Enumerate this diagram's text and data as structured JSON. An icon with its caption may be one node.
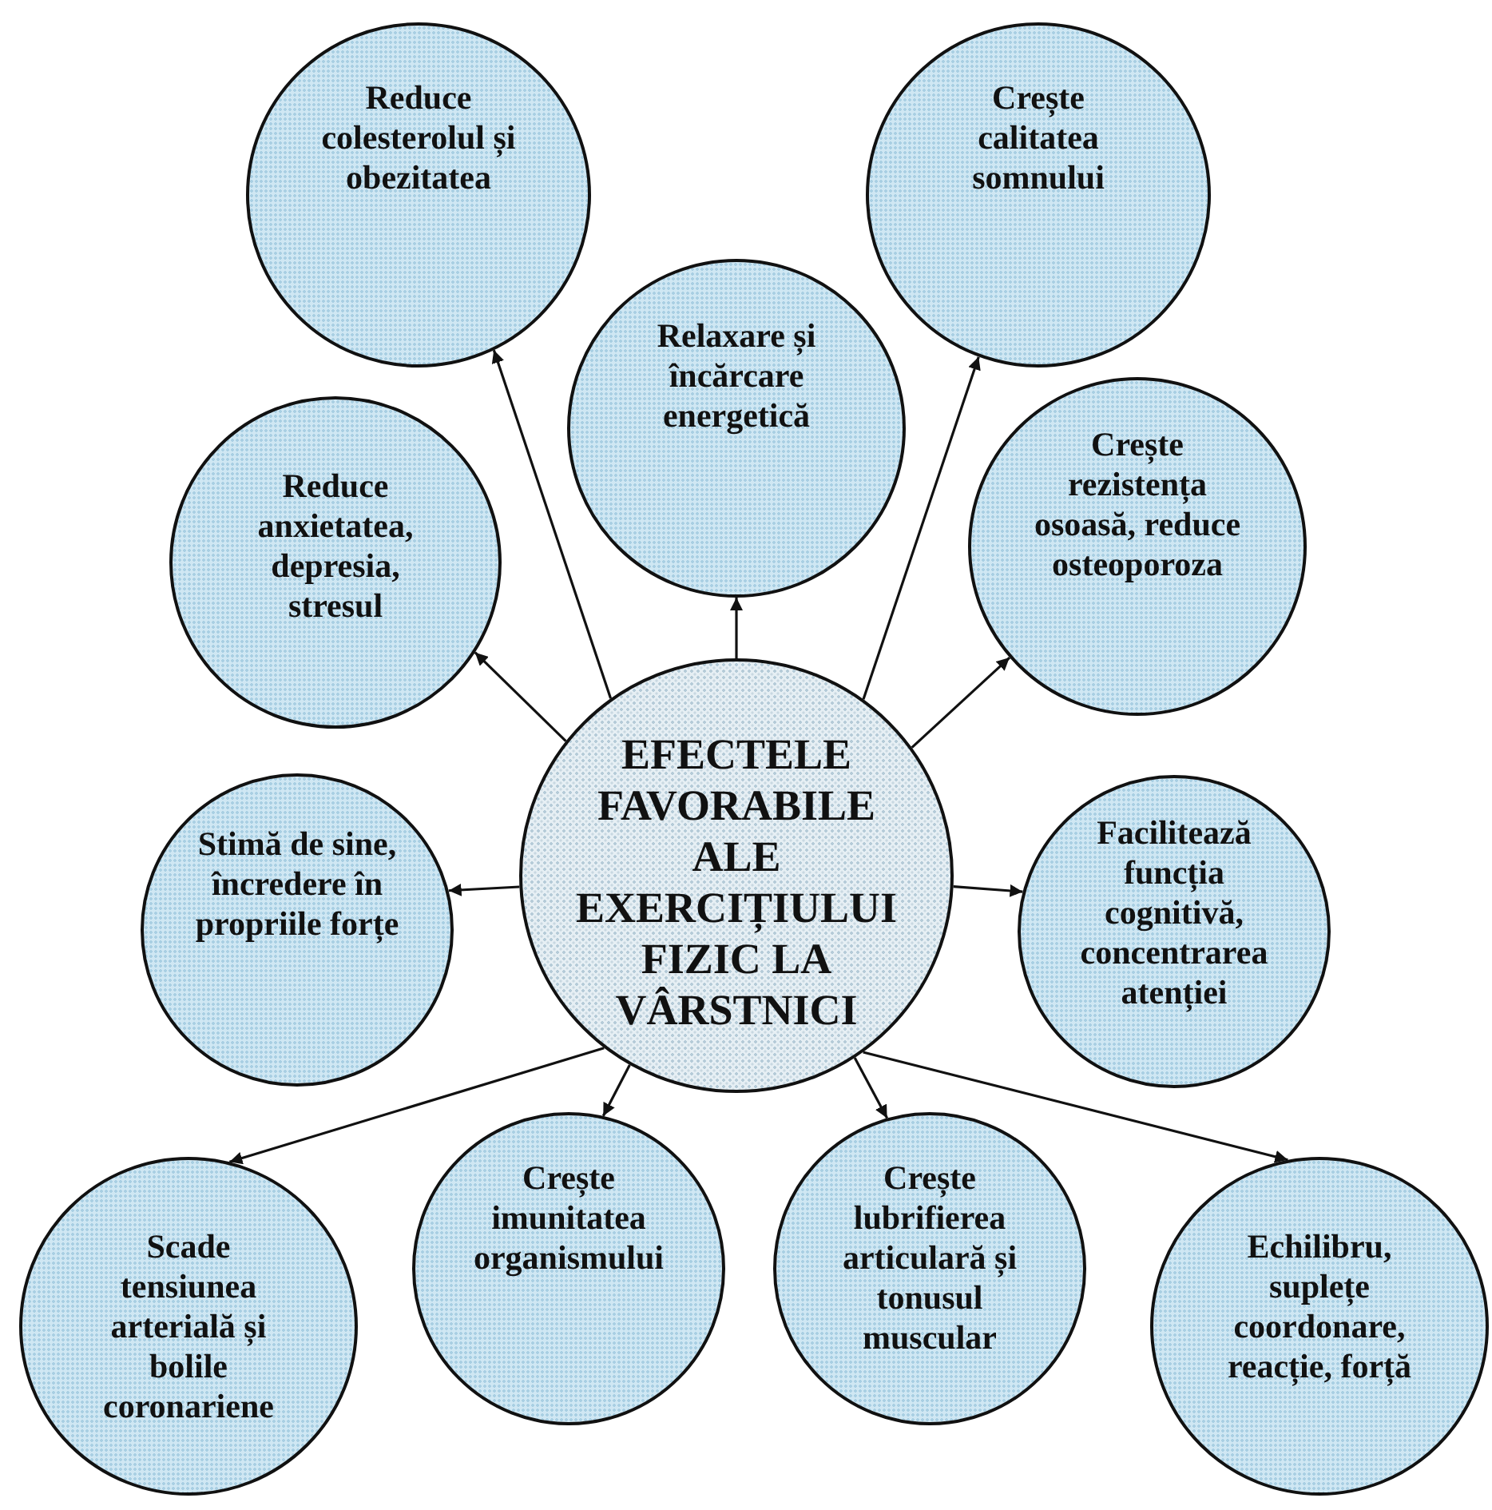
{
  "diagram": {
    "nodes": [
      {
        "text": [
          "EFECTELE FAVORABILE ALE EXERCIȚIULUI FIZIC LA VÂRSTNICI"
        ]
      },
      {
        "text": [
          "Reduce colesterolul și obezitatea"
        ]
      },
      {
        "text": [
          "Crește calitatea somnului"
        ]
      },
      {
        "text": [
          "Relaxare și încărcare energetică"
        ]
      },
      {
        "text": [
          "Reduce anxietatea, depresia, stresul"
        ]
      },
      {
        "text": [
          "Crește rezistența osoasă, reduce osteoporoza"
        ]
      },
      {
        "text": [
          "Stimă de sine, încredere în propriile forțe"
        ]
      },
      {
        "text": [
          "Facilitează funcția cognitivă, concentrarea atenției"
        ]
      },
      {
        "text": [
          "Scade tensiunea arterială și bolile coronariene"
        ]
      },
      {
        "text": [
          "Crește imunitatea organismului"
        ]
      },
      {
        "text": [
          "Crește lubrifierea articulară și tonusul muscular"
        ]
      },
      {
        "text": [
          "Echilibru, suplețe coordonare, reacție, forță"
        ]
      }
    ],
    "edges": [
      {
        "from": 0,
        "to": 1,
        "arrow": "to"
      },
      {
        "from": 0,
        "to": 2,
        "arrow": "to"
      },
      {
        "from": 0,
        "to": 3,
        "arrow": "to"
      },
      {
        "from": 0,
        "to": 4,
        "arrow": "to"
      },
      {
        "from": 0,
        "to": 5,
        "arrow": "to"
      },
      {
        "from": 0,
        "to": 6,
        "arrow": "to"
      },
      {
        "from": 0,
        "to": 7,
        "arrow": "to"
      },
      {
        "from": 0,
        "to": 8,
        "arrow": "to"
      },
      {
        "from": 0,
        "to": 9,
        "arrow": "to"
      },
      {
        "from": 0,
        "to": 10,
        "arrow": "to"
      },
      {
        "from": 0,
        "to": 11,
        "arrow": "to"
      }
    ]
  }
}
